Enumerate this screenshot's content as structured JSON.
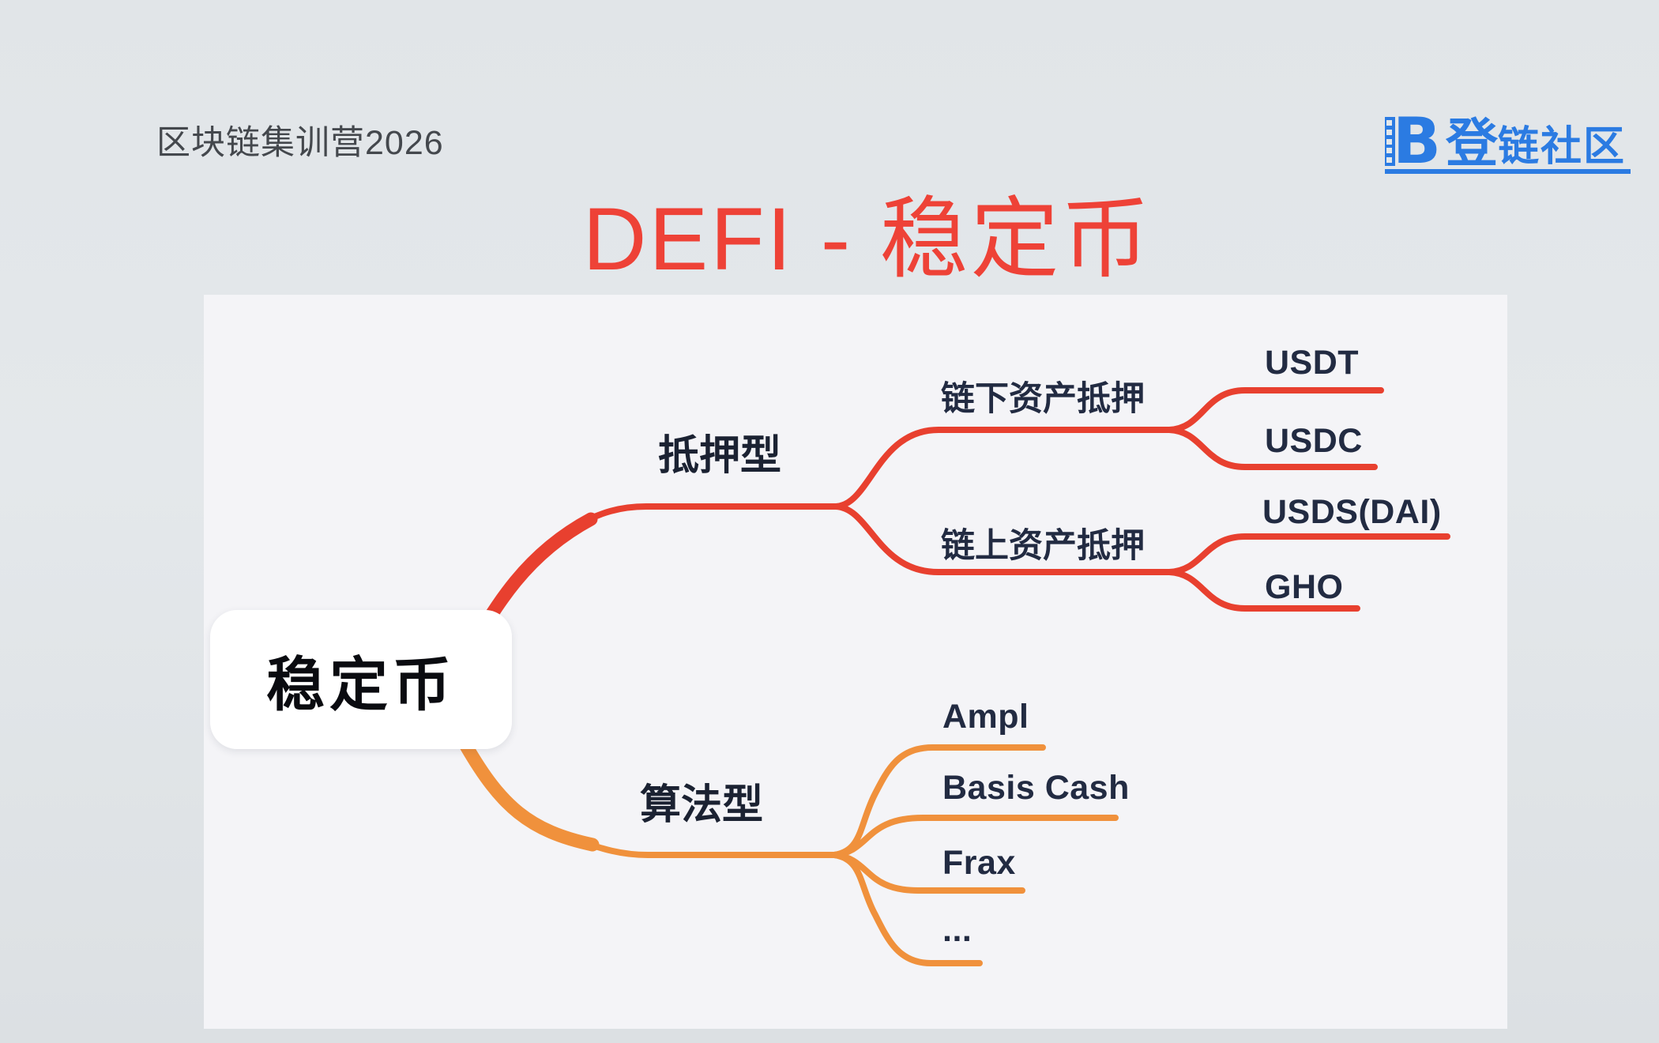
{
  "slide": {
    "header": "区块链集训营2026",
    "title": "DEFI - 稳定币",
    "logo": {
      "mark": "B",
      "text_big": "登",
      "text_rest": "链社区"
    }
  },
  "colors": {
    "title_red": "#ee4237",
    "branch_red": "#e8402f",
    "branch_orange": "#f0913c",
    "primary_label_dark": "#1b2232",
    "label_navy": "#222b42",
    "logo_blue": "#2b7be2",
    "panel_bg": "#f4f4f7",
    "slide_bg": "#e1e5e8"
  },
  "mindmap": {
    "root": "稳定币",
    "branches": [
      {
        "label": "抵押型",
        "children": [
          {
            "label": "链下资产抵押",
            "children": [
              {
                "label": "USDT"
              },
              {
                "label": "USDC"
              }
            ]
          },
          {
            "label": "链上资产抵押",
            "children": [
              {
                "label": "USDS(DAI)"
              },
              {
                "label": "GHO"
              }
            ]
          }
        ]
      },
      {
        "label": "算法型",
        "children": [
          {
            "label": "Ampl"
          },
          {
            "label": "Basis Cash"
          },
          {
            "label": "Frax"
          },
          {
            "label": "..."
          }
        ]
      }
    ]
  }
}
